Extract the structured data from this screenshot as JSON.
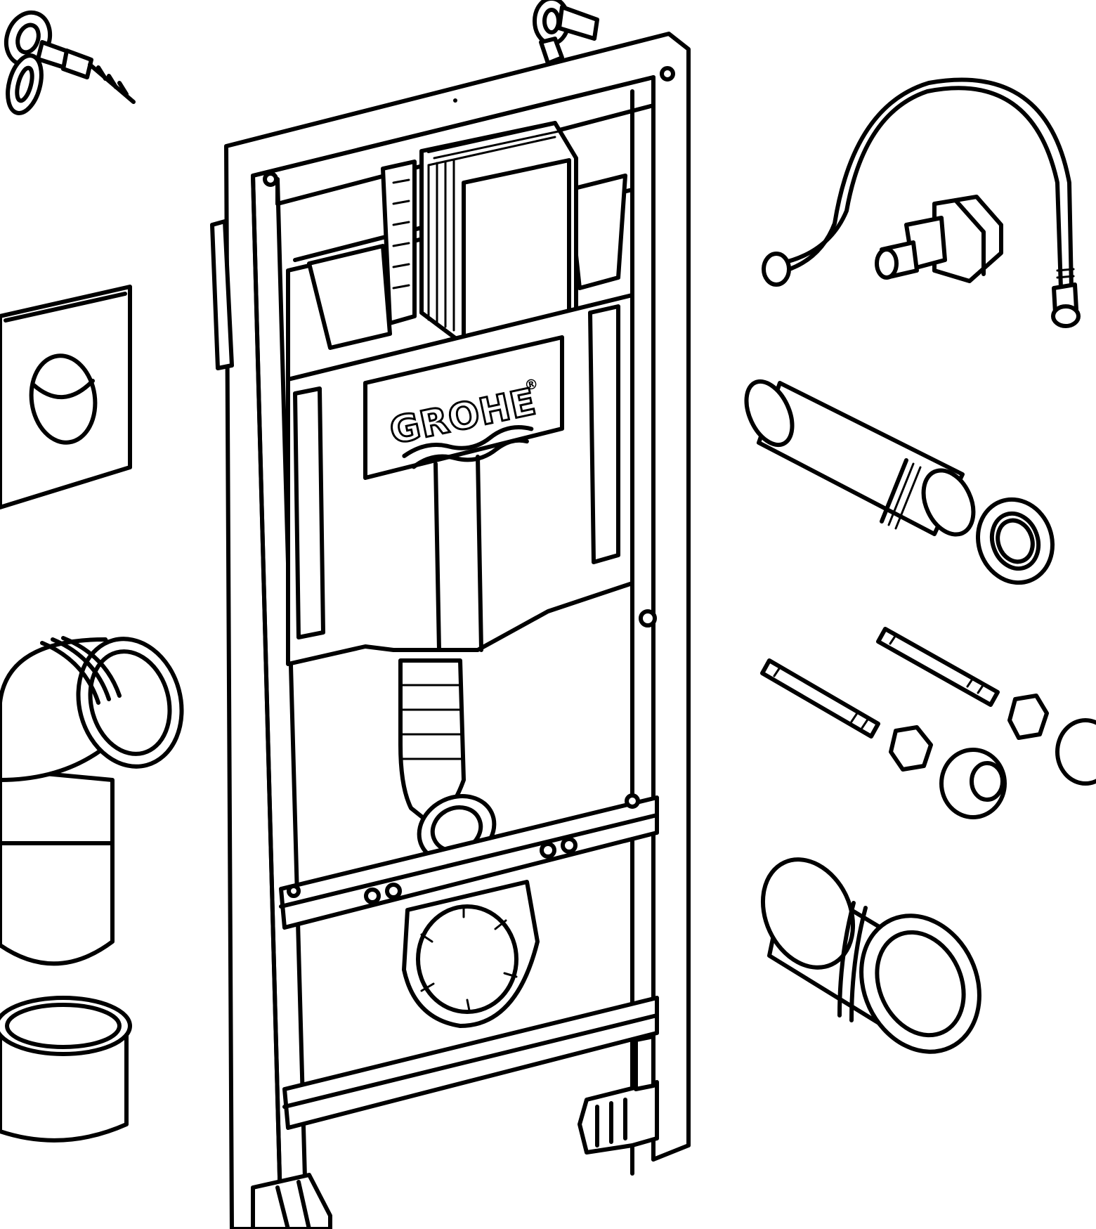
{
  "brand": {
    "logo_text": "GROHE",
    "registered_mark": "®"
  },
  "parts": [
    {
      "name": "wall-anchor-bolts"
    },
    {
      "name": "flush-plate"
    },
    {
      "name": "drain-elbow-pipe"
    },
    {
      "name": "drain-end-cap"
    },
    {
      "name": "installation-frame"
    },
    {
      "name": "water-supply-hose"
    },
    {
      "name": "angle-valve"
    },
    {
      "name": "connection-pipe"
    },
    {
      "name": "rubber-seal"
    },
    {
      "name": "threaded-rods-with-nuts"
    },
    {
      "name": "drain-sleeve"
    }
  ],
  "colors": {
    "line": "#000000",
    "background": "#ffffff"
  }
}
